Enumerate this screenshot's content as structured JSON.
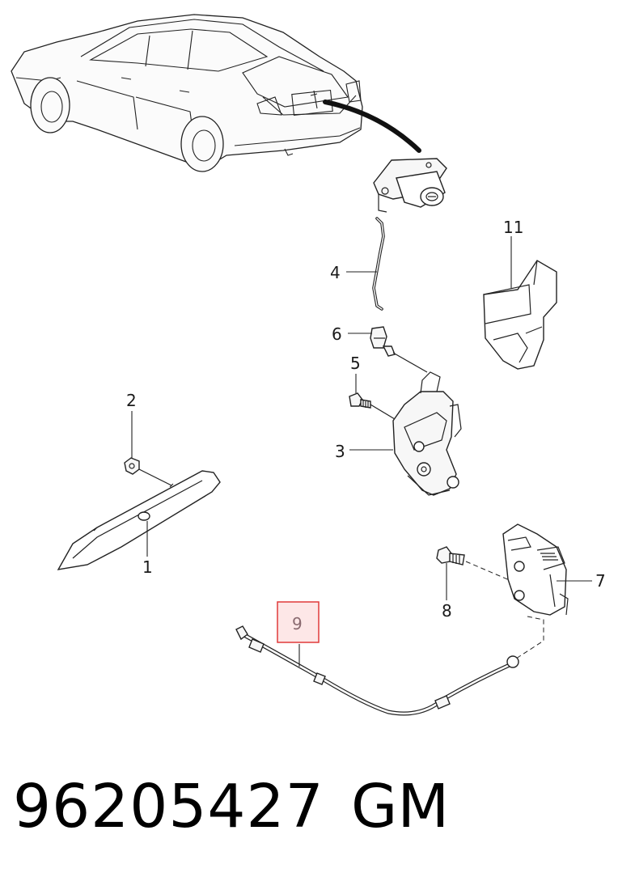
{
  "diagram": {
    "callouts": {
      "c1": "1",
      "c2": "2",
      "c3": "3",
      "c4": "4",
      "c5": "5",
      "c6": "6",
      "c7": "7",
      "c8": "8",
      "c9": "9",
      "c11": "11"
    },
    "highlighted_callout": "9",
    "highlight_color": "#e03a3a"
  },
  "caption": {
    "part_number": "96205427",
    "brand": "GM"
  }
}
